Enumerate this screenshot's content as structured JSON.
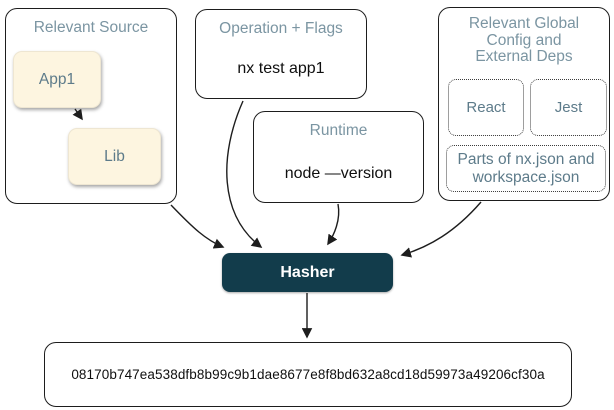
{
  "diagram": {
    "relevant_source": {
      "title": "Relevant Source",
      "app_node": "App1",
      "lib_node": "Lib"
    },
    "operation_flags": {
      "title": "Operation + Flags",
      "command": "nx test app1"
    },
    "runtime": {
      "title": "Runtime",
      "command": "node —version"
    },
    "global_config": {
      "title_lines": [
        "Relevant Global",
        "Config and",
        "External Deps"
      ],
      "deps": [
        "React",
        "Jest"
      ],
      "config_files": "Parts of nx.json and workspace.json"
    },
    "hasher": {
      "label": "Hasher"
    },
    "hash_output": {
      "value": "08170b747ea538dfb8b99c9b1dae8677e8f8bd632a8cd18d59973a49206cf30a"
    },
    "colors": {
      "hasher_bg": "#123c4b",
      "node_cream": "#fdf5e0",
      "title_slate": "#7b95a2",
      "label_slate": "#5d7b8a",
      "line": "#1d1d1d"
    }
  }
}
